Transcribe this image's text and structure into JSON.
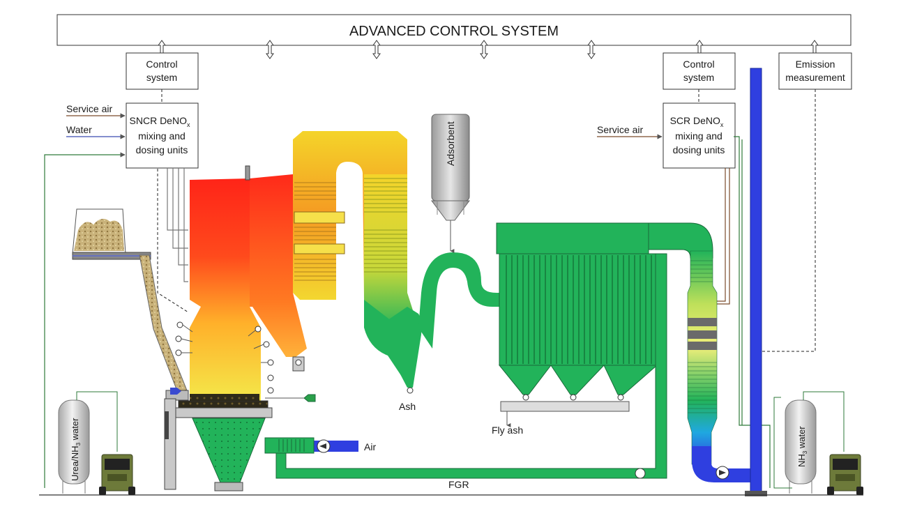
{
  "title": "ADVANCED CONTROL SYSTEM",
  "control_left": {
    "line1": "Control",
    "line2": "system"
  },
  "control_right": {
    "line1": "Control",
    "line2": "system"
  },
  "emission": {
    "line1": "Emission",
    "line2": "measurement"
  },
  "sncr": {
    "line1a": "SNCR DeNO",
    "sub": "x",
    "line2": "mixing and",
    "line3": "dosing units"
  },
  "scr": {
    "line1a": "SCR DeNO",
    "sub": "x",
    "line2": "mixing and",
    "line3": "dosing units"
  },
  "inputs": {
    "service_air_left": "Service air",
    "water": "Water",
    "service_air_right": "Service air"
  },
  "labels": {
    "adsorbent": "Adsorbent",
    "ash": "Ash",
    "fly_ash": "Fly ash",
    "air": "Air",
    "fgr": "FGR",
    "urea_tank": {
      "a": "Urea/NH",
      "sub": "3",
      "b": " water"
    },
    "nh3_tank": {
      "a": "NH",
      "sub": "3",
      "b": " water"
    }
  },
  "colors": {
    "flue_gas": "#22b35a",
    "stack": "#2f3fe0",
    "boiler_hot": "#ff2a1a",
    "boiler_warm": "#ffd21f"
  }
}
